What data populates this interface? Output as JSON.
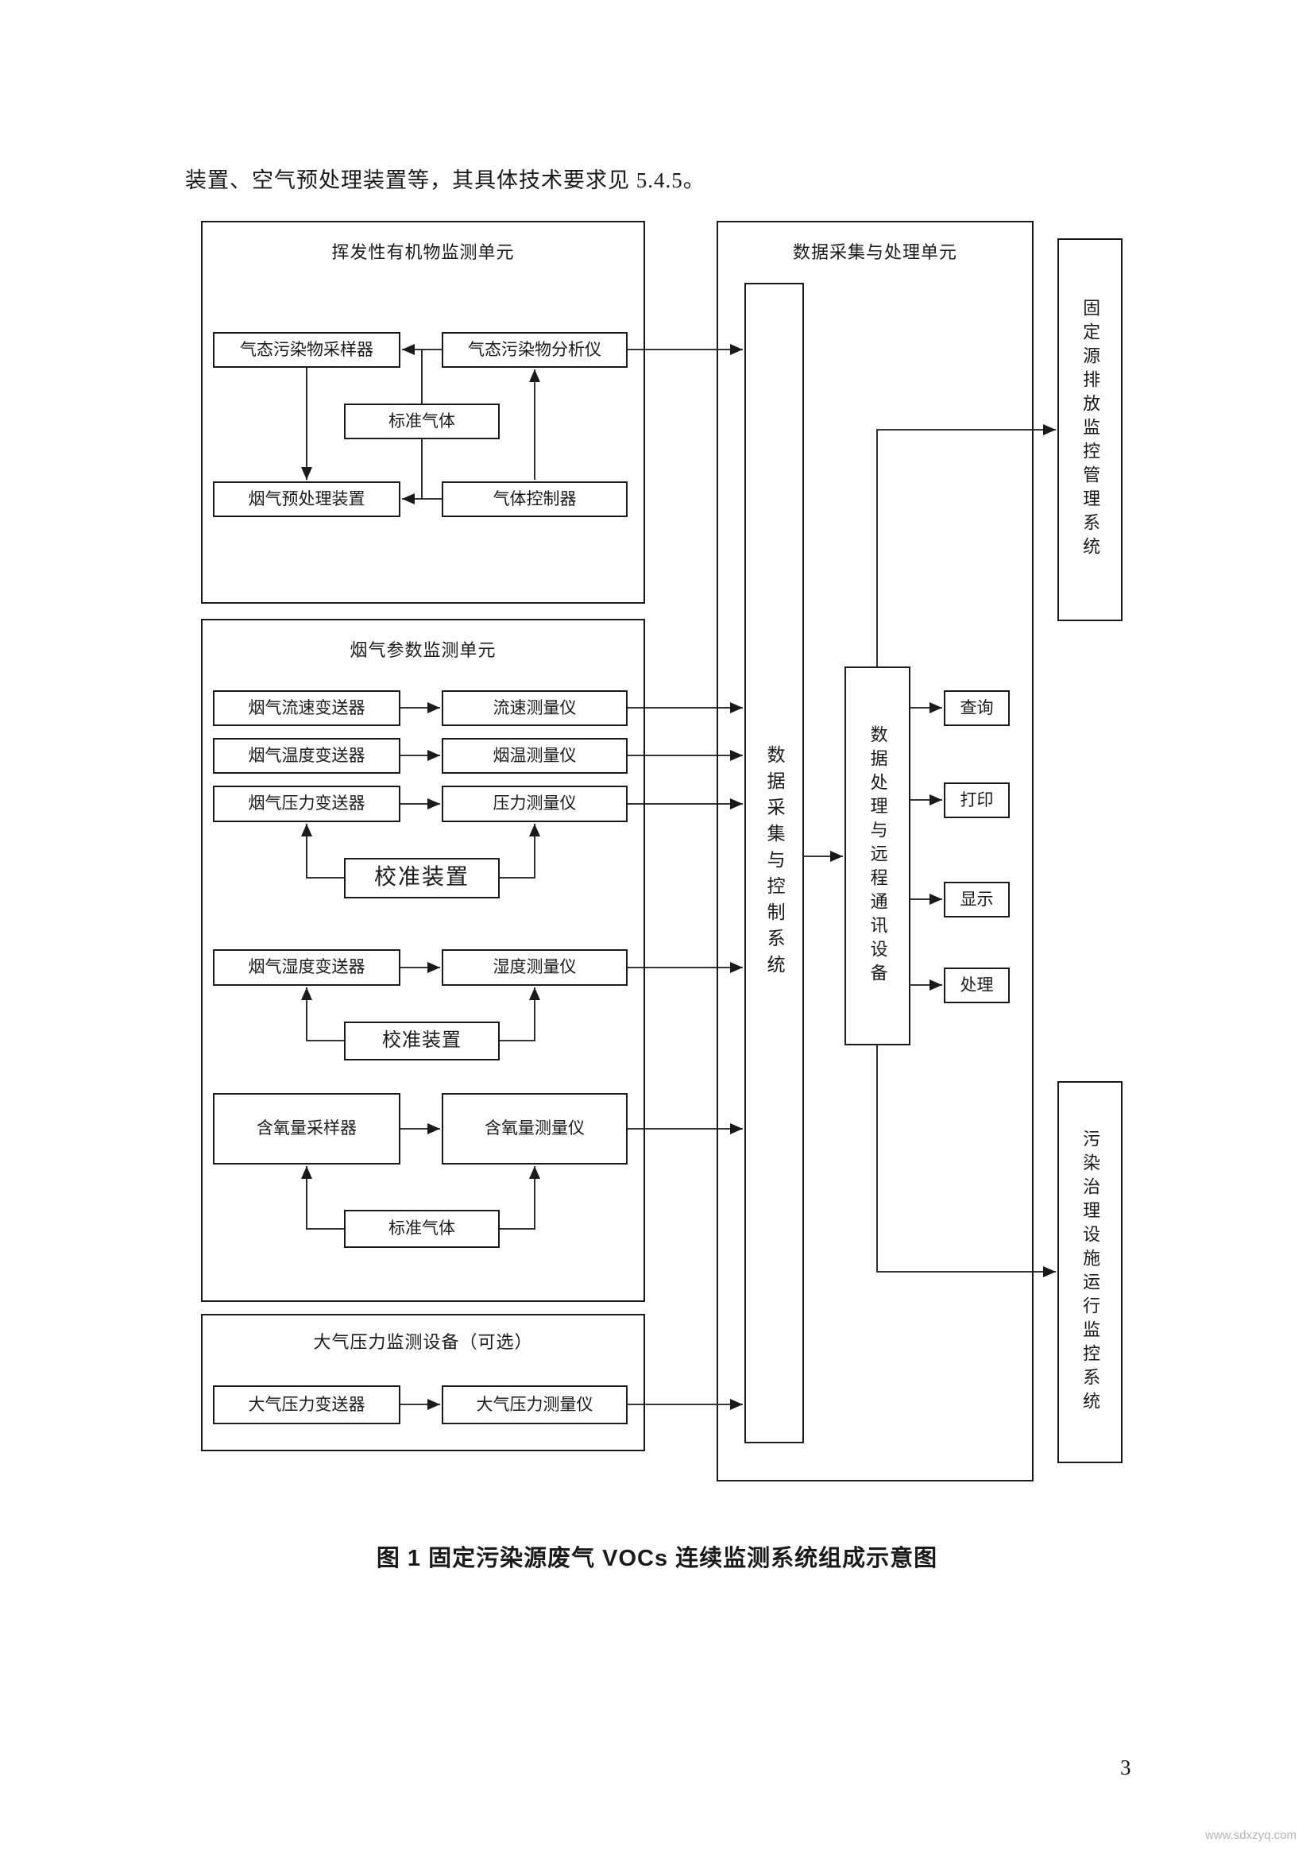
{
  "page": {
    "intro_text": "装置、空气预处理装置等，其具体技术要求见 5.4.5。",
    "caption": "图 1  固定污染源废气 VOCs 连续监测系统组成示意图",
    "page_number": "3",
    "watermark": "www.sdxzyq.com"
  },
  "colors": {
    "ink": "#1a1a1a",
    "paper": "#ffffff"
  },
  "diagram": {
    "voc_unit": {
      "title": "挥发性有机物监测单元",
      "sampler": "气态污染物采样器",
      "analyzer": "气态污染物分析仪",
      "standard_gas": "标准气体",
      "pretreatment": "烟气预处理装置",
      "gas_controller": "气体控制器"
    },
    "flue_unit": {
      "title": "烟气参数监测单元",
      "flow_transmitter": "烟气流速变送器",
      "flow_meter": "流速测量仪",
      "temp_transmitter": "烟气温度变送器",
      "temp_meter": "烟温测量仪",
      "pressure_transmitter": "烟气压力变送器",
      "pressure_meter": "压力测量仪",
      "calibration_1": "校准装置",
      "humidity_transmitter": "烟气湿度变送器",
      "humidity_meter": "湿度测量仪",
      "calibration_2": "校准装置",
      "oxygen_sampler": "含氧量采样器",
      "oxygen_meter": "含氧量测量仪",
      "standard_gas": "标准气体"
    },
    "atm_unit": {
      "title": "大气压力监测设备（可选）",
      "transmitter": "大气压力变送器",
      "meter": "大气压力测量仪"
    },
    "daq_unit": {
      "title": "数据采集与处理单元",
      "acq_control_system": "数据采集与控制系统",
      "comm_device": "数据处理与远程通讯设备",
      "outputs": {
        "query": "查询",
        "print": "打印",
        "display": "显示",
        "process": "处理"
      }
    },
    "external": {
      "emission_system": "固定源排放监控管理系统",
      "pollution_system": "污染治理设施运行监控系统"
    }
  }
}
